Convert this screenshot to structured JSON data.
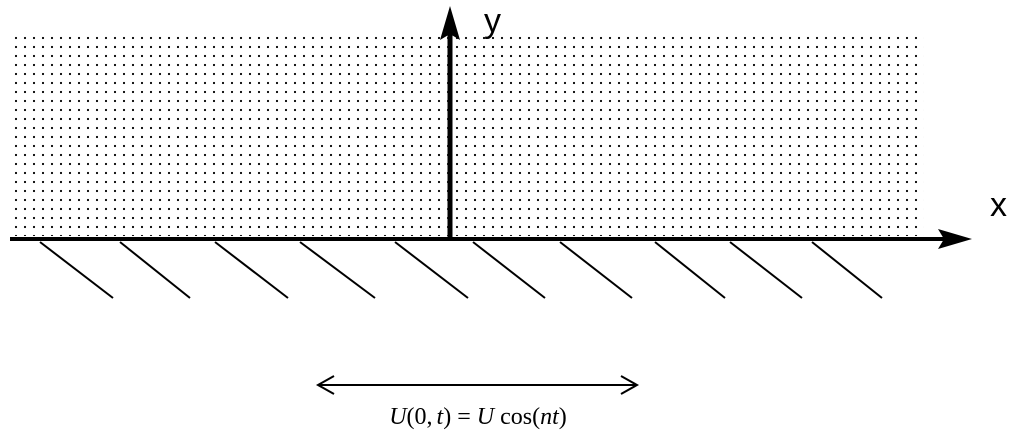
{
  "diagram": {
    "x_axis_label": "x",
    "y_axis_label": "y",
    "boundary_condition": {
      "U1": "U",
      "open1": "(",
      "zero": "0",
      "comma": ",",
      "t1": "t",
      "close1": ")",
      "eq": "=",
      "U2": "U",
      "cos": "cos",
      "open2": "(",
      "n": "n",
      "t2": "t",
      "close2": ")"
    },
    "colors": {
      "ink": "#000000",
      "background": "#ffffff"
    }
  }
}
